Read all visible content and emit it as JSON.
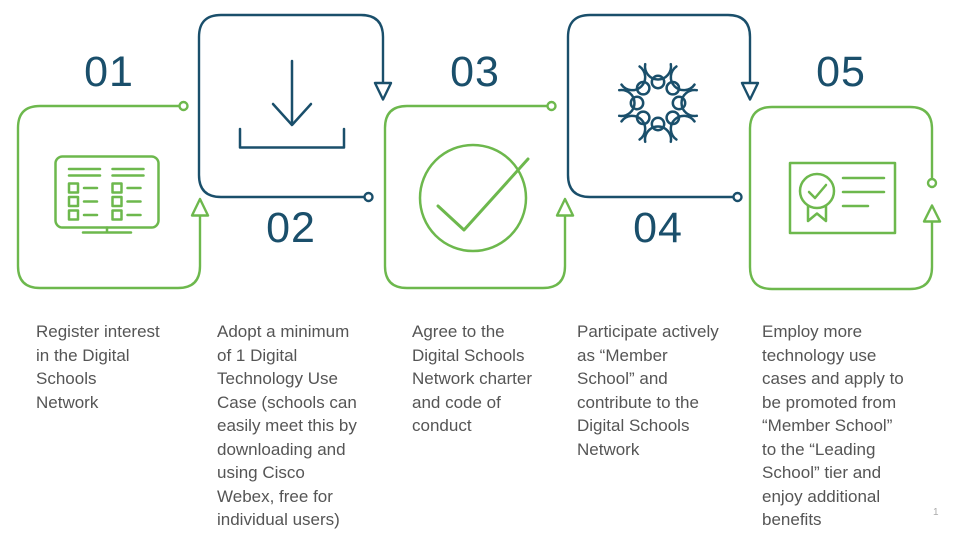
{
  "colors": {
    "green": "#6db84d",
    "navy": "#1a4f6b",
    "text": "#555555",
    "muted": "#ababab"
  },
  "steps": [
    {
      "number": "01",
      "icon": "monitor-checklist-icon",
      "color": "green",
      "description": "Register interest\nin the Digital\nSchools\nNetwork"
    },
    {
      "number": "02",
      "icon": "download-icon",
      "color": "navy",
      "description": "Adopt a minimum\nof 1 Digital\nTechnology Use\nCase (schools can\neasily meet this by\ndownloading and\nusing Cisco\nWebex, free for\nindividual users)"
    },
    {
      "number": "03",
      "icon": "check-circle-icon",
      "color": "green",
      "description": "Agree to the\nDigital Schools\nNetwork charter\nand code of\nconduct"
    },
    {
      "number": "04",
      "icon": "people-network-icon",
      "color": "navy",
      "description": "Participate actively\nas “Member\nSchool” and\ncontribute to the\nDigital Schools\nNetwork"
    },
    {
      "number": "05",
      "icon": "certificate-icon",
      "color": "green",
      "description": "Employ more\ntechnology use\ncases and apply to\nbe promoted from\n“Member School”\nto the “Leading\nSchool” tier and\nenjoy additional\nbenefits"
    }
  ],
  "footer": {
    "page_number": "1"
  }
}
